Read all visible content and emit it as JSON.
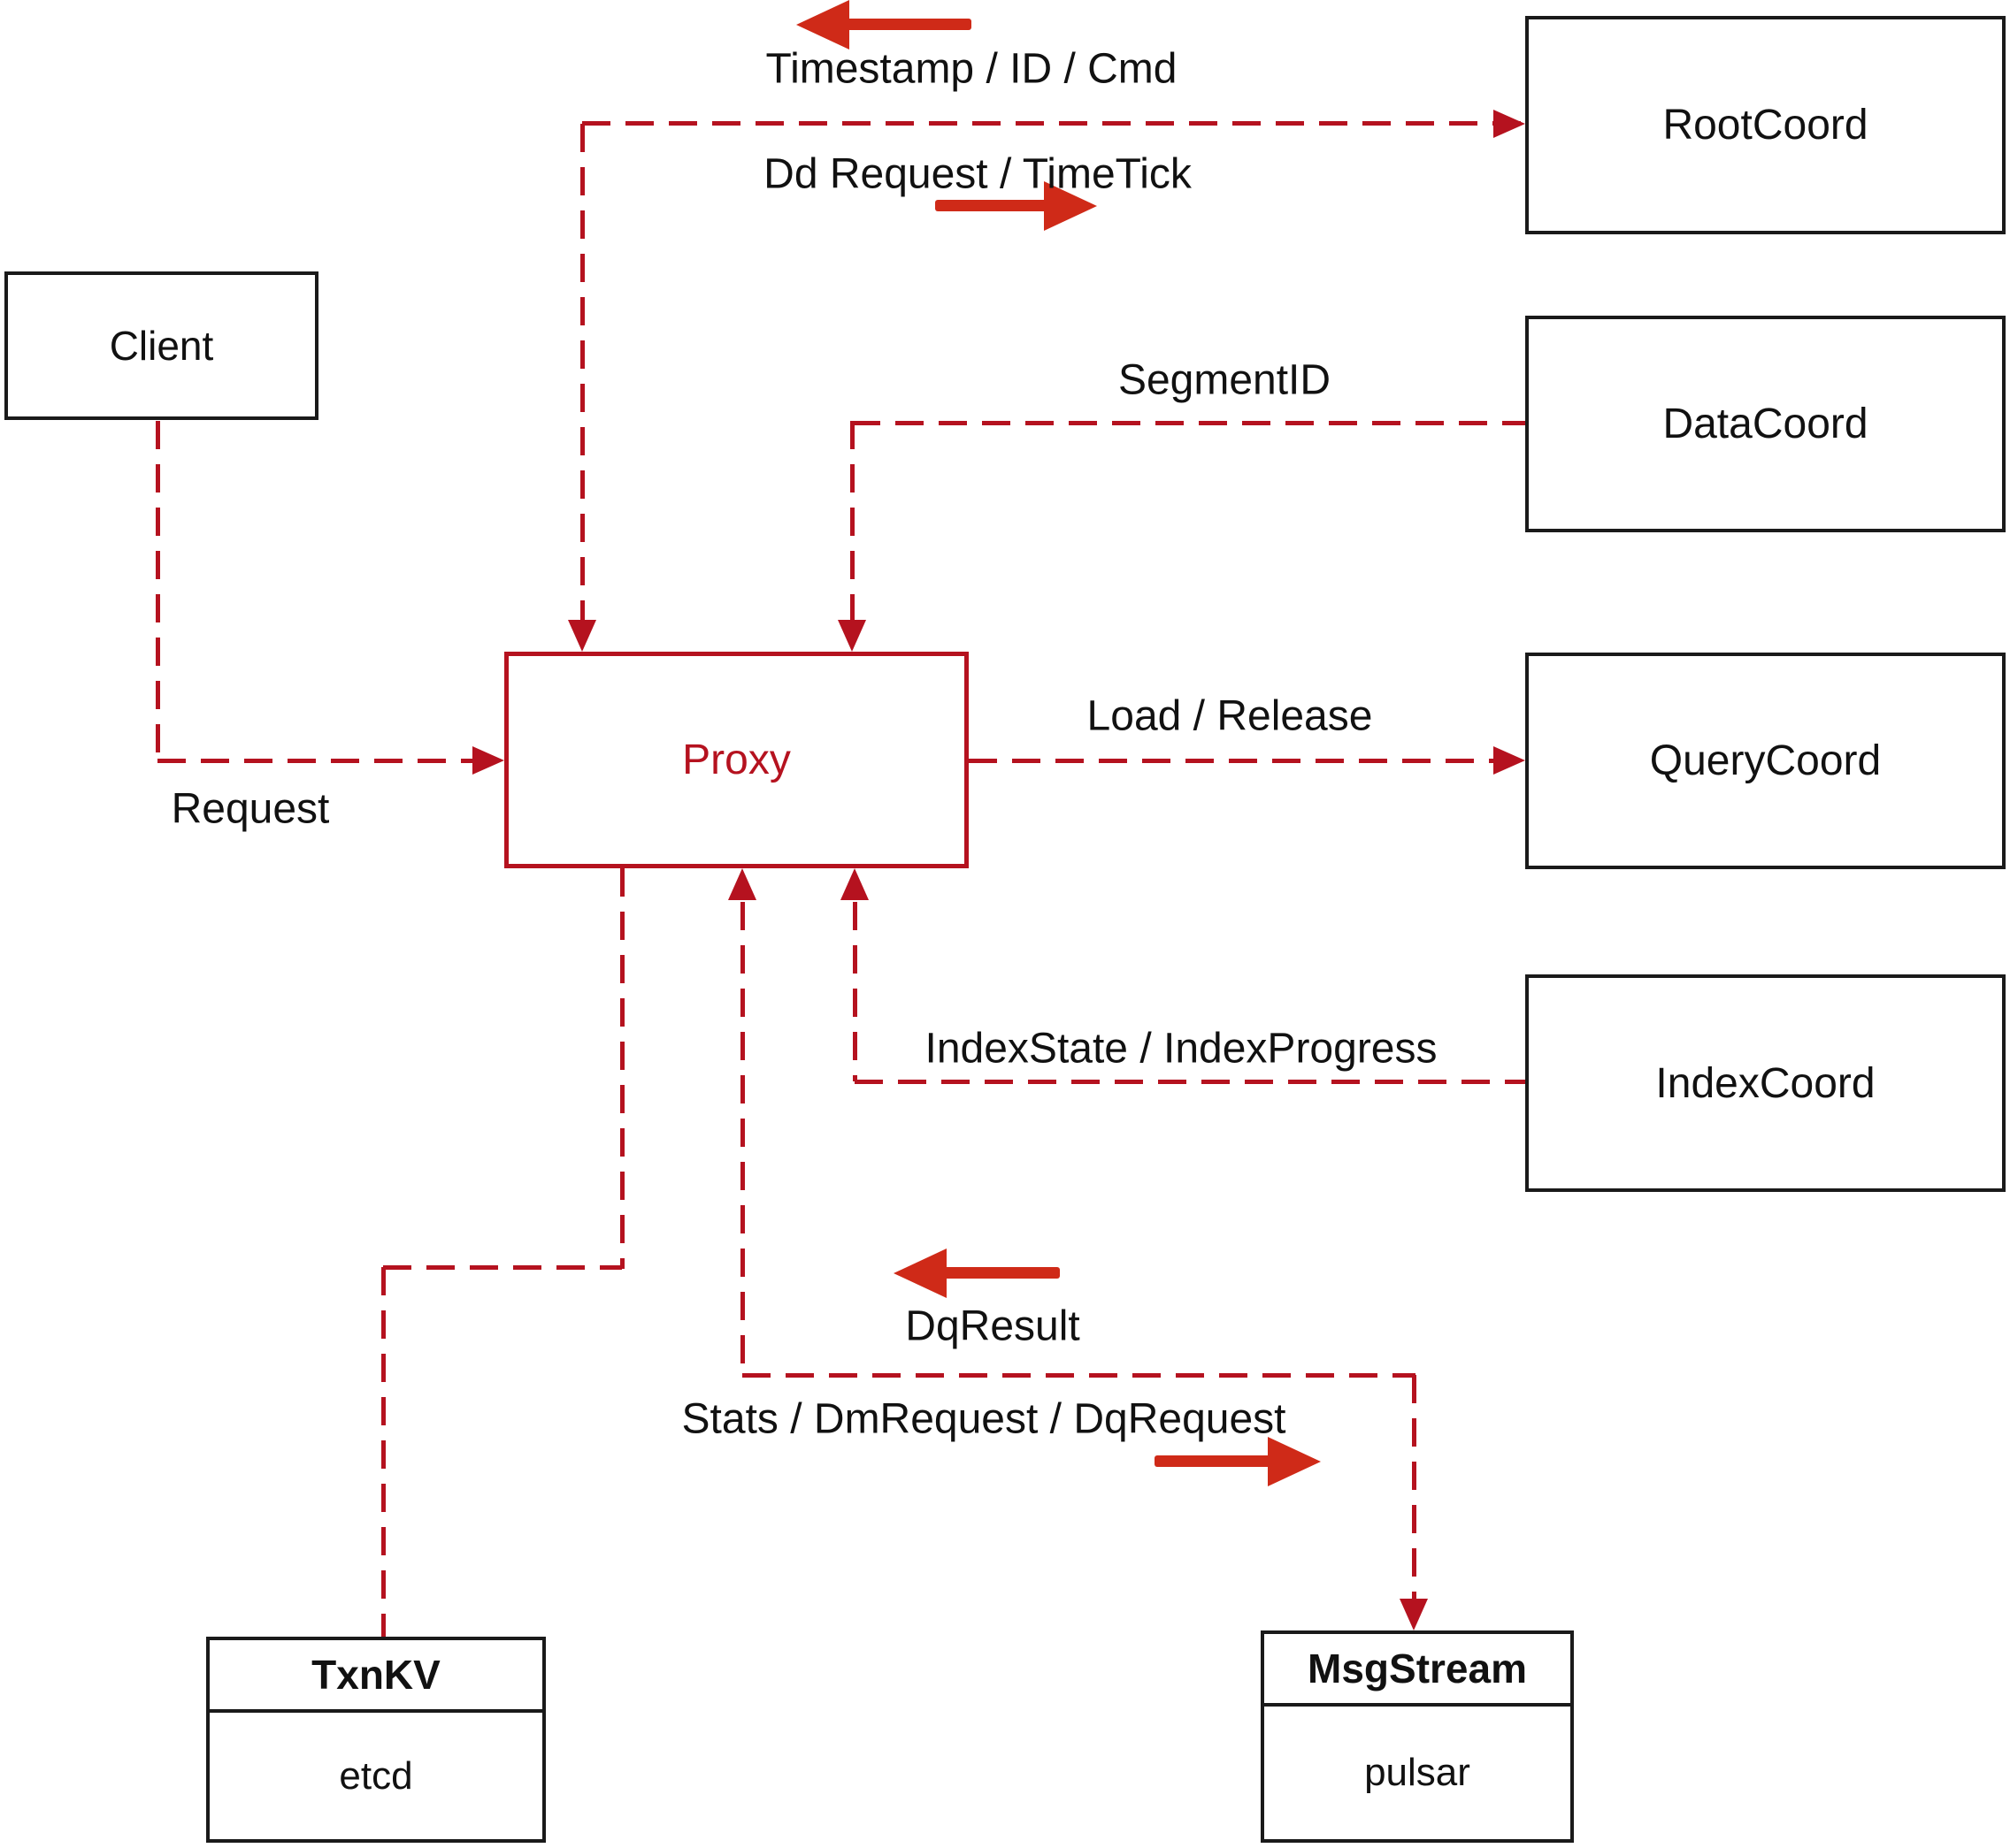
{
  "diagram": {
    "nodes": {
      "client": {
        "label": "Client"
      },
      "proxy": {
        "label": "Proxy"
      },
      "root_coord": {
        "label": "RootCoord"
      },
      "data_coord": {
        "label": "DataCoord"
      },
      "query_coord": {
        "label": "QueryCoord"
      },
      "index_coord": {
        "label": "IndexCoord"
      },
      "txn_kv": {
        "title": "TxnKV",
        "impl": "etcd"
      },
      "msg_stream": {
        "title": "MsgStream",
        "impl": "pulsar"
      }
    },
    "edge_labels": {
      "timestamp": "Timestamp / ID / Cmd",
      "dd_request": "Dd Request / TimeTick",
      "segment_id": "SegmentID",
      "request": "Request",
      "load_release": "Load / Release",
      "index_state": "IndexState / IndexProgress",
      "dq_result": "DqResult",
      "stats": "Stats / DmRequest / DqRequest"
    },
    "colors": {
      "edge_red": "#b5121f",
      "arrow_red": "#cf2a18",
      "box_border": "#1a1a1a",
      "text": "#111111"
    }
  }
}
